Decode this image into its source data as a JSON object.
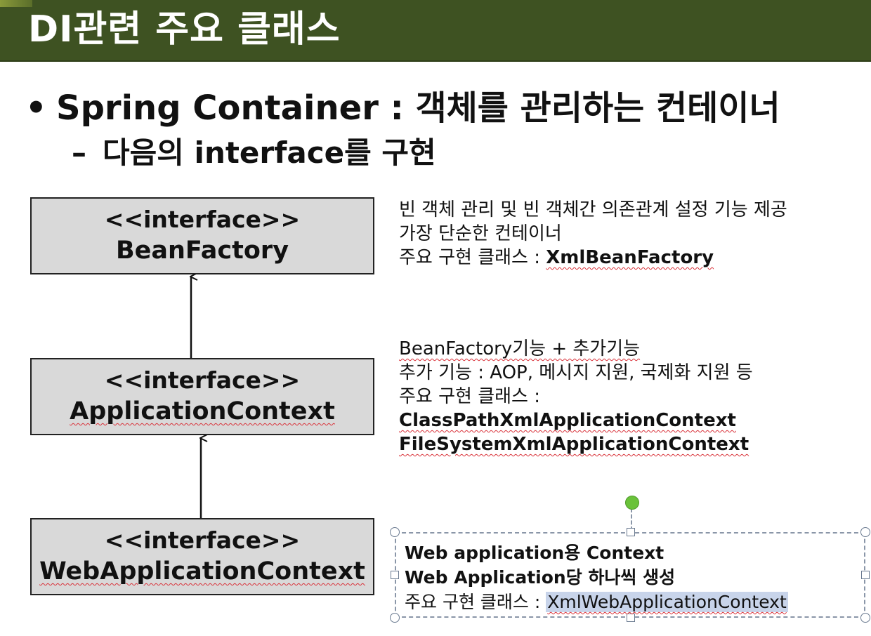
{
  "header": {
    "title": "DI관련 주요 클래스"
  },
  "bullets": {
    "level1_marker": "•",
    "level1_text": "Spring Container : 객체를 관리하는 컨테이너",
    "level2_marker": "–",
    "level2_text": "다음의 interface를 구현"
  },
  "diagram": {
    "boxes": [
      {
        "stereotype": "<<interface>>",
        "name": "BeanFactory"
      },
      {
        "stereotype": "<<interface>>",
        "name": "ApplicationContext"
      },
      {
        "stereotype": "<<interface>>",
        "name": "WebApplicationContext"
      }
    ]
  },
  "descriptions": {
    "bean_factory": {
      "line1": "빈 객체 관리 및 빈 객체간 의존관계 설정 기능 제공",
      "line2": "가장 단순한 컨테이너",
      "line3_label": "주요 구현 클래스 : ",
      "line3_value": "XmlBeanFactory"
    },
    "application_context": {
      "line1": "BeanFactory기능 + 추가기능",
      "line2": "추가 기능 : AOP, 메시지 지원, 국제화 지원 등",
      "line3": "주요 구현 클래스 :",
      "line4": "ClassPathXmlApplicationContext",
      "line5": "FileSystemXmlApplicationContext"
    },
    "web_application_context": {
      "line1": "Web application용  Context",
      "line2": "Web Application당 하나씩 생성",
      "line3_label": " 주요 구현 클래스 : ",
      "line3_value": "XmlWebApplicationContext"
    }
  },
  "colors": {
    "title_bar": "#3e5222",
    "box_fill": "#d9d9d9",
    "spell_underline": "#d9323a",
    "selection_highlight": "#c8d4ea",
    "rotation_handle": "#6ac23a"
  }
}
